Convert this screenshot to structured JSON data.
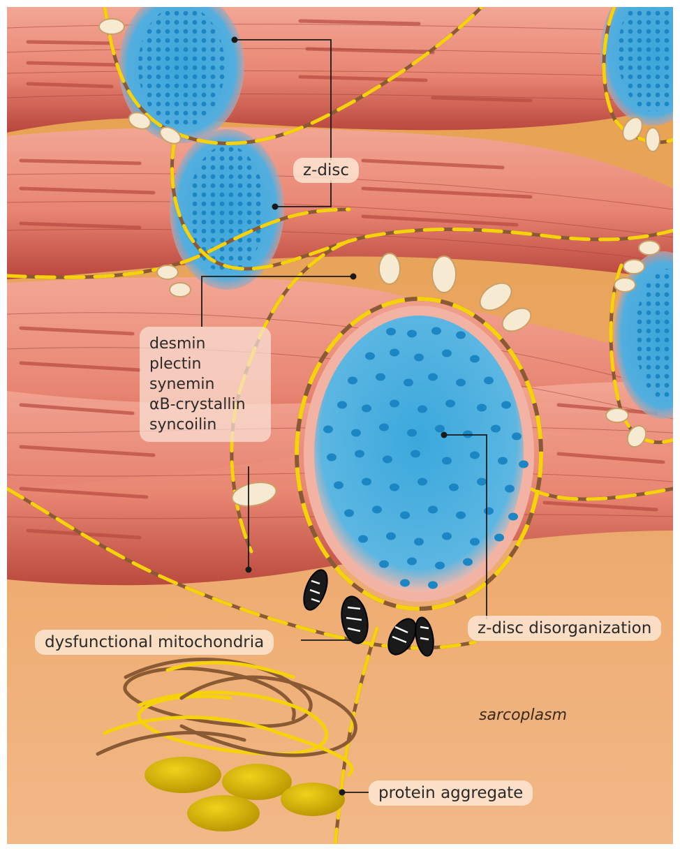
{
  "labels": {
    "z_disc": "z-disc",
    "proteins": [
      "desmin",
      "plectin",
      "synemin",
      "αB-crystallin",
      "syncoilin"
    ],
    "z_disc_disorganization": "z-disc disorganization",
    "dysfunctional_mitochondria": "dysfunctional mitochondria",
    "sarcoplasm": "sarcoplasm",
    "protein_aggregate": "protein aggregate"
  },
  "colors": {
    "sarcoplasm": "#f2b27e",
    "muscle_fiber": "#e88a78",
    "fiber_shadow": "#b8453c",
    "z_disc_blue": "#3ea6d6",
    "z_disc_dot": "#1c86c4",
    "filament_brown": "#8a5a34",
    "filament_yellow": "#f5d20a",
    "mitochondria": "#f6ead2",
    "aggregate": "#d9b400"
  }
}
